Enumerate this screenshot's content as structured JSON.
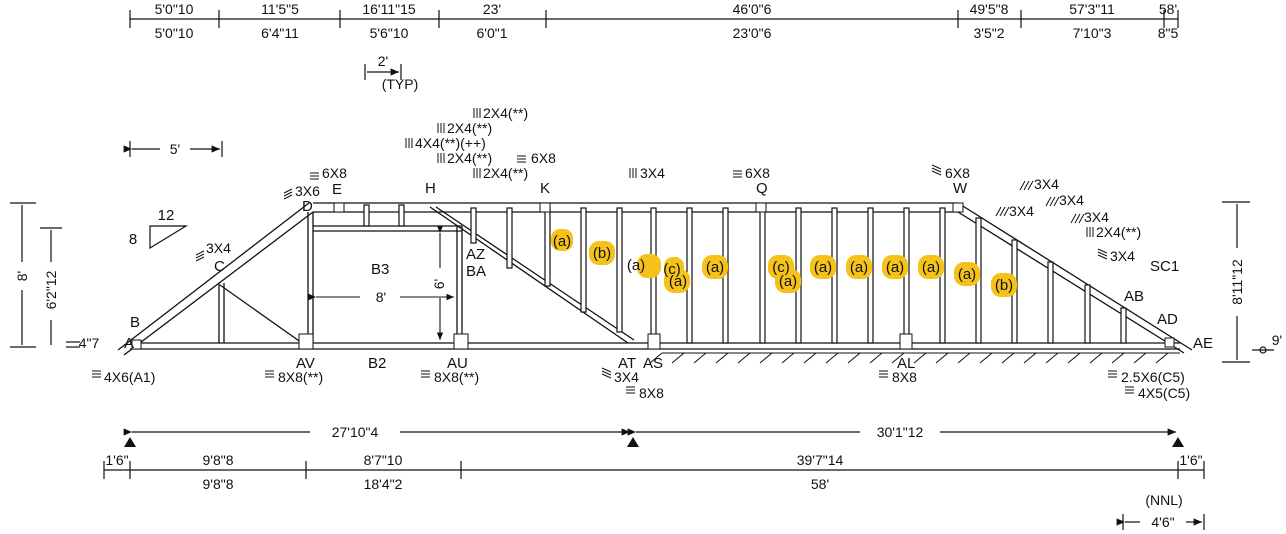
{
  "top_dims": {
    "upper": [
      "5'0\"10",
      "11'5\"5",
      "16'11\"15",
      "23'",
      "46'0\"6",
      "49'5\"8",
      "57'3\"11",
      "58'"
    ],
    "lower": [
      "5'0\"10",
      "6'4\"11",
      "5'6\"10",
      "6'0\"1",
      "23'0\"6",
      "3'5\"2",
      "7'10\"3",
      "8\"5"
    ]
  },
  "typ": {
    "value": "2'",
    "note": "(TYP)"
  },
  "scale_5": "5'",
  "pitch": {
    "rise": "12",
    "run": "8"
  },
  "left_dims": {
    "total": "8'",
    "partial": "6'2\"12",
    "heel": "4\"7"
  },
  "right_dims": {
    "total": "8'11\"12",
    "heel": "9'"
  },
  "joints": {
    "A": "A",
    "B": "B",
    "C": "C",
    "D": "D",
    "E": "E",
    "H": "H",
    "K": "K",
    "Q": "Q",
    "W": "W",
    "AZ": "AZ",
    "BA": "BA",
    "SC1": "SC1",
    "AB": "AB",
    "AD": "AD",
    "AE": "AE",
    "AV": "AV",
    "AU": "AU",
    "AT": "AT",
    "AS": "AS",
    "AL": "AL",
    "B3": "B3",
    "B2": "B2"
  },
  "interior_dims": {
    "width": "8'",
    "height": "6'"
  },
  "plates": {
    "C": "3X4",
    "D": "3X6",
    "E": "6X8",
    "H1": "2X4(**)",
    "H2": "2X4(**)",
    "H3": "4X4(**)(++)",
    "H4": "2X4(**)",
    "H5": "2X4(**)",
    "K1": "6X8",
    "K2": "3X4",
    "Q": "6X8",
    "W": "6X8",
    "R1": "3X4",
    "R2": "3X4",
    "R3": "3X4",
    "R4": "3X4",
    "R5": "2X4(**)",
    "R6": "3X4",
    "B": "4X6(A1)",
    "AV": "8X8(**)",
    "AU": "8X8(**)",
    "AT": "3X4",
    "AS": "8X8",
    "AL": "8X8",
    "AE1": "2.5X6(C5)",
    "AE2": "4X5(C5)"
  },
  "web_tags": [
    "(a)",
    "(b)",
    "(a)",
    "(c)",
    "(a)",
    "(a)",
    "(c)",
    "(a)",
    "(a)",
    "(a)",
    "(a)",
    "(a)",
    "(a)",
    "(b)"
  ],
  "bearing_dims": {
    "left": "27'10\"4",
    "right": "30'1\"12"
  },
  "bottom_dims": {
    "upper": [
      "1'6\"",
      "9'8\"8",
      "8'7\"10",
      "39'7\"14",
      "1'6\""
    ],
    "lower": [
      "9'8\"8",
      "18'4\"2",
      "58'"
    ]
  },
  "nnl": {
    "label": "(NNL)",
    "value": "4'6\""
  }
}
